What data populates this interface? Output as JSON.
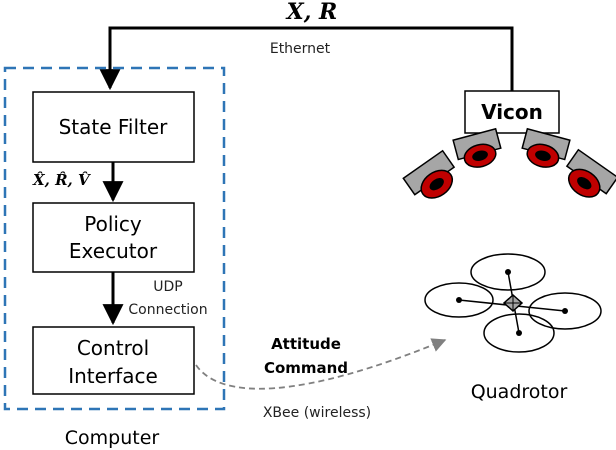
{
  "top_link": {
    "math": "X, R",
    "medium": "Ethernet"
  },
  "computer": {
    "label": "Computer",
    "state_filter": "State Filter",
    "estimate_label": "X̂, R̂, V̂",
    "policy_executor": [
      "Policy",
      "Executor"
    ],
    "udp": [
      "UDP",
      "Connection"
    ],
    "control_interface": [
      "Control",
      "Interface"
    ]
  },
  "vicon": {
    "label": "Vicon"
  },
  "wireless": {
    "command": [
      "Attitude",
      "Command"
    ],
    "medium": "XBee (wireless)"
  },
  "quadrotor": {
    "label": "Quadrotor"
  },
  "colors": {
    "computer_border": "#2e75b6",
    "camera_body": "#a6a6a6",
    "camera_lens": "#c00000",
    "wireless_arrow": "#808080",
    "quad_hub": "#a6a6a6"
  }
}
